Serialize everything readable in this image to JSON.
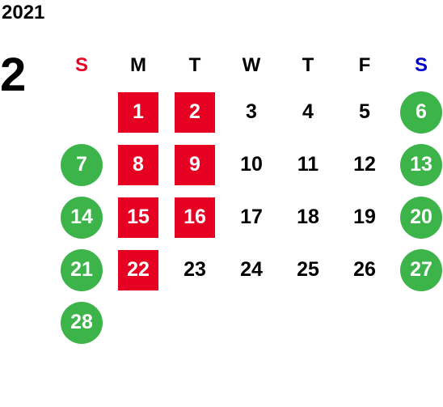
{
  "year": "2021",
  "month": "2",
  "colors": {
    "sunday_header": "#e60022",
    "saturday_header": "#0000cc",
    "red_badge": "#e60022",
    "green_badge": "#3cb44a"
  },
  "weekdays": [
    "S",
    "M",
    "T",
    "W",
    "T",
    "F",
    "S"
  ],
  "weeks": [
    [
      {
        "day": ""
      },
      {
        "day": "1",
        "mark": "red"
      },
      {
        "day": "2",
        "mark": "red"
      },
      {
        "day": "3"
      },
      {
        "day": "4"
      },
      {
        "day": "5"
      },
      {
        "day": "6",
        "mark": "green"
      }
    ],
    [
      {
        "day": "7",
        "mark": "green"
      },
      {
        "day": "8",
        "mark": "red"
      },
      {
        "day": "9",
        "mark": "red"
      },
      {
        "day": "10"
      },
      {
        "day": "11"
      },
      {
        "day": "12"
      },
      {
        "day": "13",
        "mark": "green"
      }
    ],
    [
      {
        "day": "14",
        "mark": "green"
      },
      {
        "day": "15",
        "mark": "red"
      },
      {
        "day": "16",
        "mark": "red"
      },
      {
        "day": "17"
      },
      {
        "day": "18"
      },
      {
        "day": "19"
      },
      {
        "day": "20",
        "mark": "green"
      }
    ],
    [
      {
        "day": "21",
        "mark": "green"
      },
      {
        "day": "22",
        "mark": "red"
      },
      {
        "day": "23"
      },
      {
        "day": "24"
      },
      {
        "day": "25"
      },
      {
        "day": "26"
      },
      {
        "day": "27",
        "mark": "green"
      }
    ],
    [
      {
        "day": "28",
        "mark": "green"
      },
      {
        "day": ""
      },
      {
        "day": ""
      },
      {
        "day": ""
      },
      {
        "day": ""
      },
      {
        "day": ""
      },
      {
        "day": ""
      }
    ]
  ]
}
